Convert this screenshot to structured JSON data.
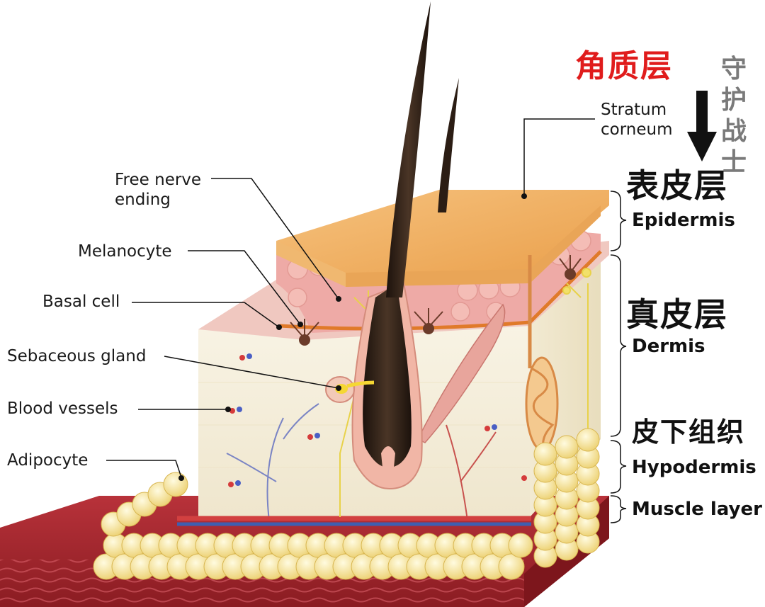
{
  "labels": {
    "stratum_corneum": "Stratum\ncorneum",
    "free_nerve_ending": "Free nerve\nending",
    "melanocyte": "Melanocyte",
    "basal_cell": "Basal cell",
    "sebaceous_gland": "Sebaceous gland",
    "blood_vessels": "Blood vessels",
    "adipocyte": "Adipocyte"
  },
  "layers": {
    "corneum_zh": "角质层",
    "guardian_zh": [
      "守",
      "护",
      "战",
      "士"
    ],
    "epidermis_zh": "表皮层",
    "epidermis_en": "Epidermis",
    "dermis_zh": "真皮层",
    "dermis_en": "Dermis",
    "hypodermis_zh": "皮下组织",
    "hypodermis_en": "Hypodermis",
    "muscle_en": "Muscle layer"
  },
  "colors": {
    "corneum_accent": "#e01c1c",
    "guardian_text": "#7a7a7a",
    "epidermis_top": "#f3b366",
    "dermis": "#f7f1df",
    "fat": "#f6e08a",
    "muscle": "#a5262b",
    "hair": "#2b1d14"
  }
}
